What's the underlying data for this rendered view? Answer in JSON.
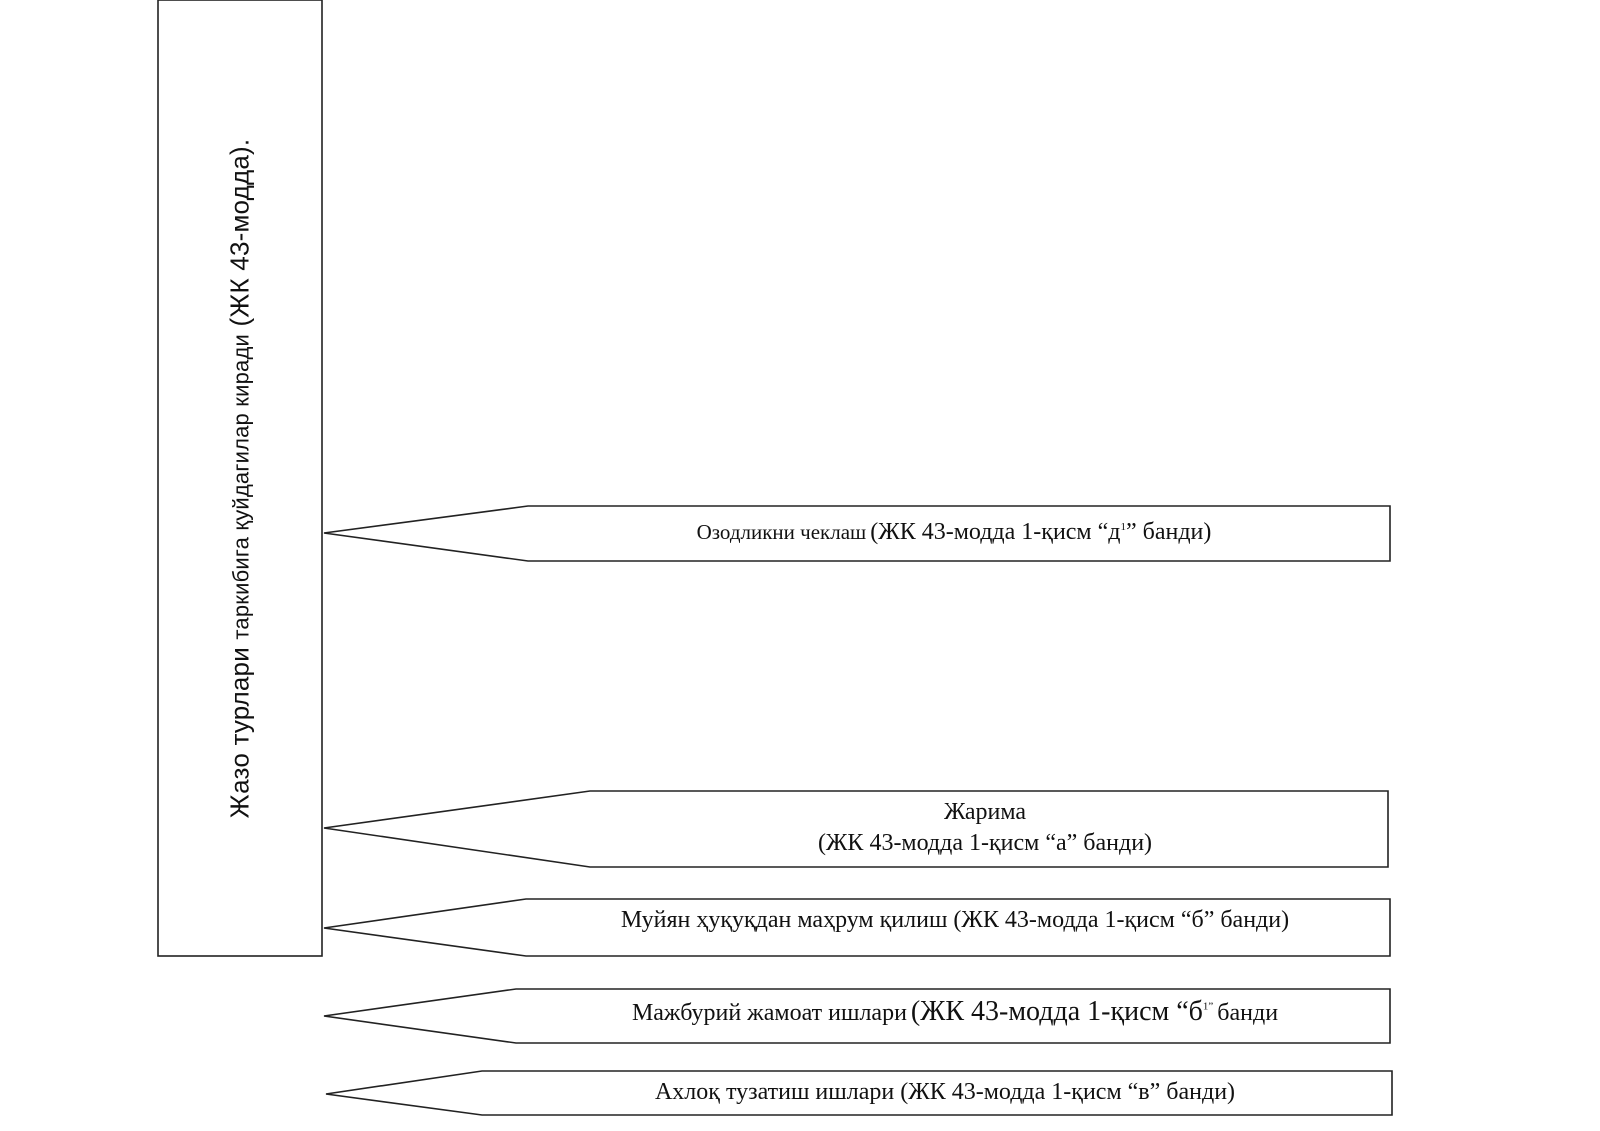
{
  "main_box": {
    "label_part1": "Жазо турлари",
    "label_part2": "таркибига қуйдагилар киради",
    "label_part3": "(ЖК 43-модда)."
  },
  "items": [
    {
      "id": "ozodlik",
      "text_a": "Озодликни чеклаш",
      "text_b": "(ЖК 43-модда 1-қисм “д",
      "sup": "1",
      "text_c": "” банди)"
    },
    {
      "id": "jarima",
      "line1": "Жарима",
      "line2": "(ЖК 43-модда 1-қисм “а” банди)"
    },
    {
      "id": "muayyan",
      "text": "Муйян ҳуқуқдан маҳрум қилиш (ЖК 43-модда 1-қисм “б” банди)"
    },
    {
      "id": "majburiy",
      "text_a": "Мажбурий жамоат ишлари",
      "text_b": "(ЖК 43-модда 1-қисм “б",
      "sup": "1”",
      "text_c": "банди"
    },
    {
      "id": "axloq",
      "text": "Ахлоқ тузатиш ишлари (ЖК 43-модда 1-қисм “в” банди)"
    }
  ]
}
